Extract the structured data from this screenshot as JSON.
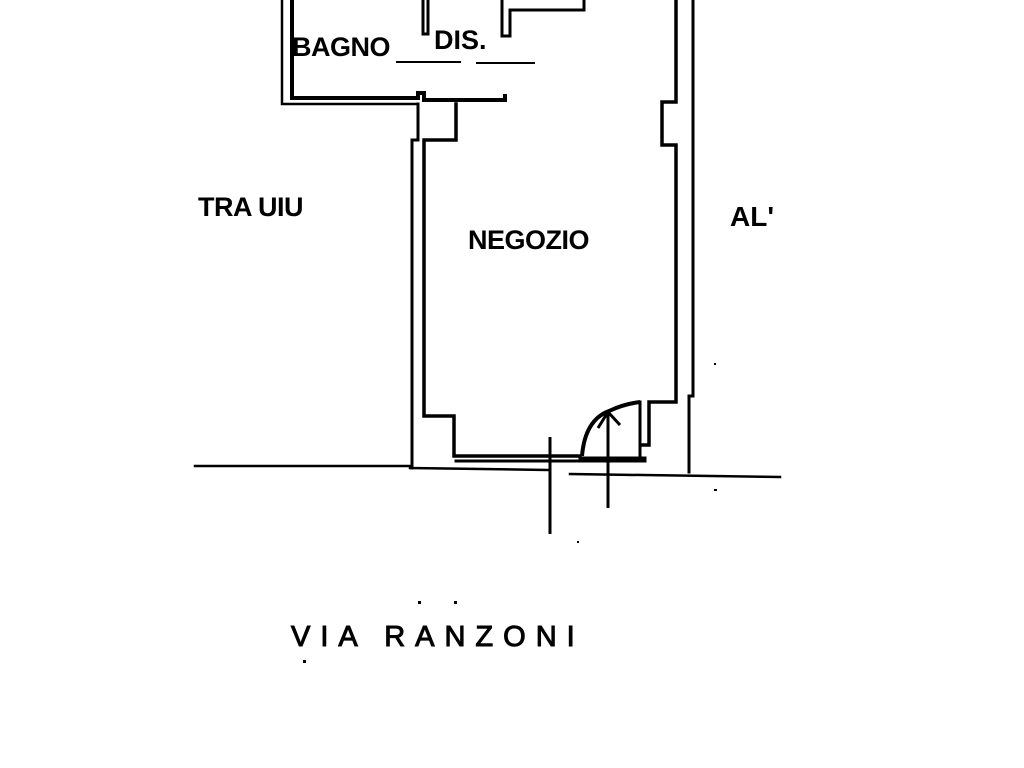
{
  "plan": {
    "type": "floor-plan",
    "colors": {
      "ink": "#000000",
      "background": "#ffffff"
    },
    "rooms": [
      {
        "id": "bagno",
        "label": "BAGNO"
      },
      {
        "id": "dis",
        "label": "DIS."
      },
      {
        "id": "negozio",
        "label": "NEGOZIO"
      }
    ],
    "adjacent": {
      "left": "TRA UIU",
      "right": "AL'"
    },
    "street": "VIA RANZONI",
    "symbols": [
      "door-swing-icon",
      "section-marker-icon"
    ]
  }
}
